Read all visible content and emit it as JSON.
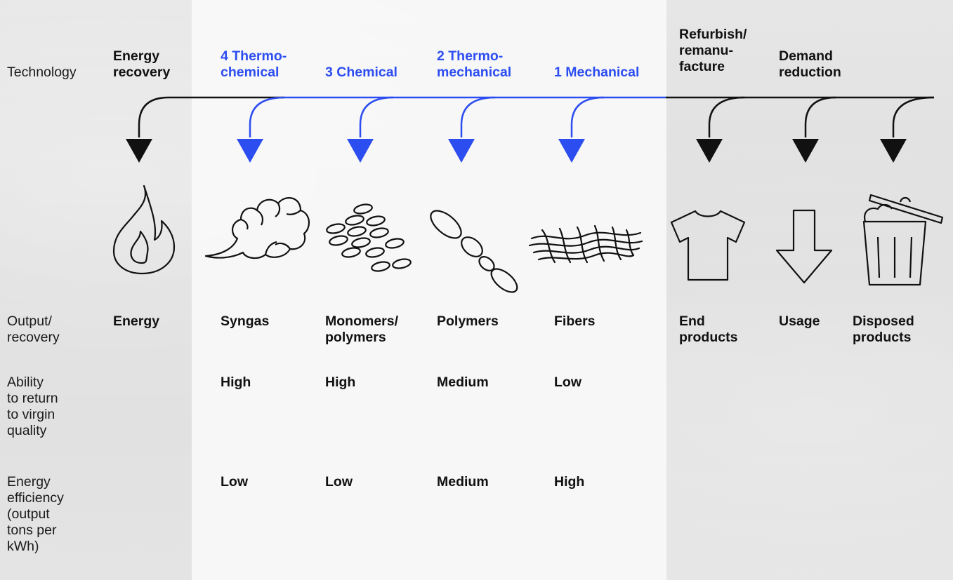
{
  "row_labels": {
    "technology": "Technology",
    "output": "Output/\nrecovery",
    "ability": "Ability\nto return\nto virgin\nquality",
    "energy": "Energy\nefficiency\n(output\ntons per\nkWh)"
  },
  "columns": [
    {
      "tech": "Energy\nrecovery",
      "output": "Energy",
      "ability": "",
      "energy": "",
      "icon": "flame-icon",
      "accent": false
    },
    {
      "tech": "4 Thermo-\nchemical",
      "output": "Syngas",
      "ability": "High",
      "energy": "Low",
      "icon": "cloud-icon",
      "accent": true
    },
    {
      "tech": "3 Chemical",
      "output": "Monomers/\npolymers",
      "ability": "High",
      "energy": "Low",
      "icon": "monomers-icon",
      "accent": true
    },
    {
      "tech": "2 Thermo-\nmechanical",
      "output": "Polymers",
      "ability": "Medium",
      "energy": "Medium",
      "icon": "polymer-chain-icon",
      "accent": true
    },
    {
      "tech": "1 Mechanical",
      "output": "Fibers",
      "ability": "Low",
      "energy": "High",
      "icon": "fibers-icon",
      "accent": true
    },
    {
      "tech": "Refurbish/\nremanu-\nfacture",
      "output": "End\nproducts",
      "ability": "",
      "energy": "",
      "icon": "tshirt-icon",
      "accent": false
    },
    {
      "tech": "Demand\nreduction",
      "output": "Usage",
      "ability": "",
      "energy": "",
      "icon": "down-arrow-icon",
      "accent": false
    },
    {
      "tech": "",
      "output": "Disposed\nproducts",
      "ability": "",
      "energy": "",
      "icon": "trash-can-icon",
      "accent": false
    }
  ],
  "colors": {
    "accent": "#2c4df0",
    "ink": "#111111"
  }
}
